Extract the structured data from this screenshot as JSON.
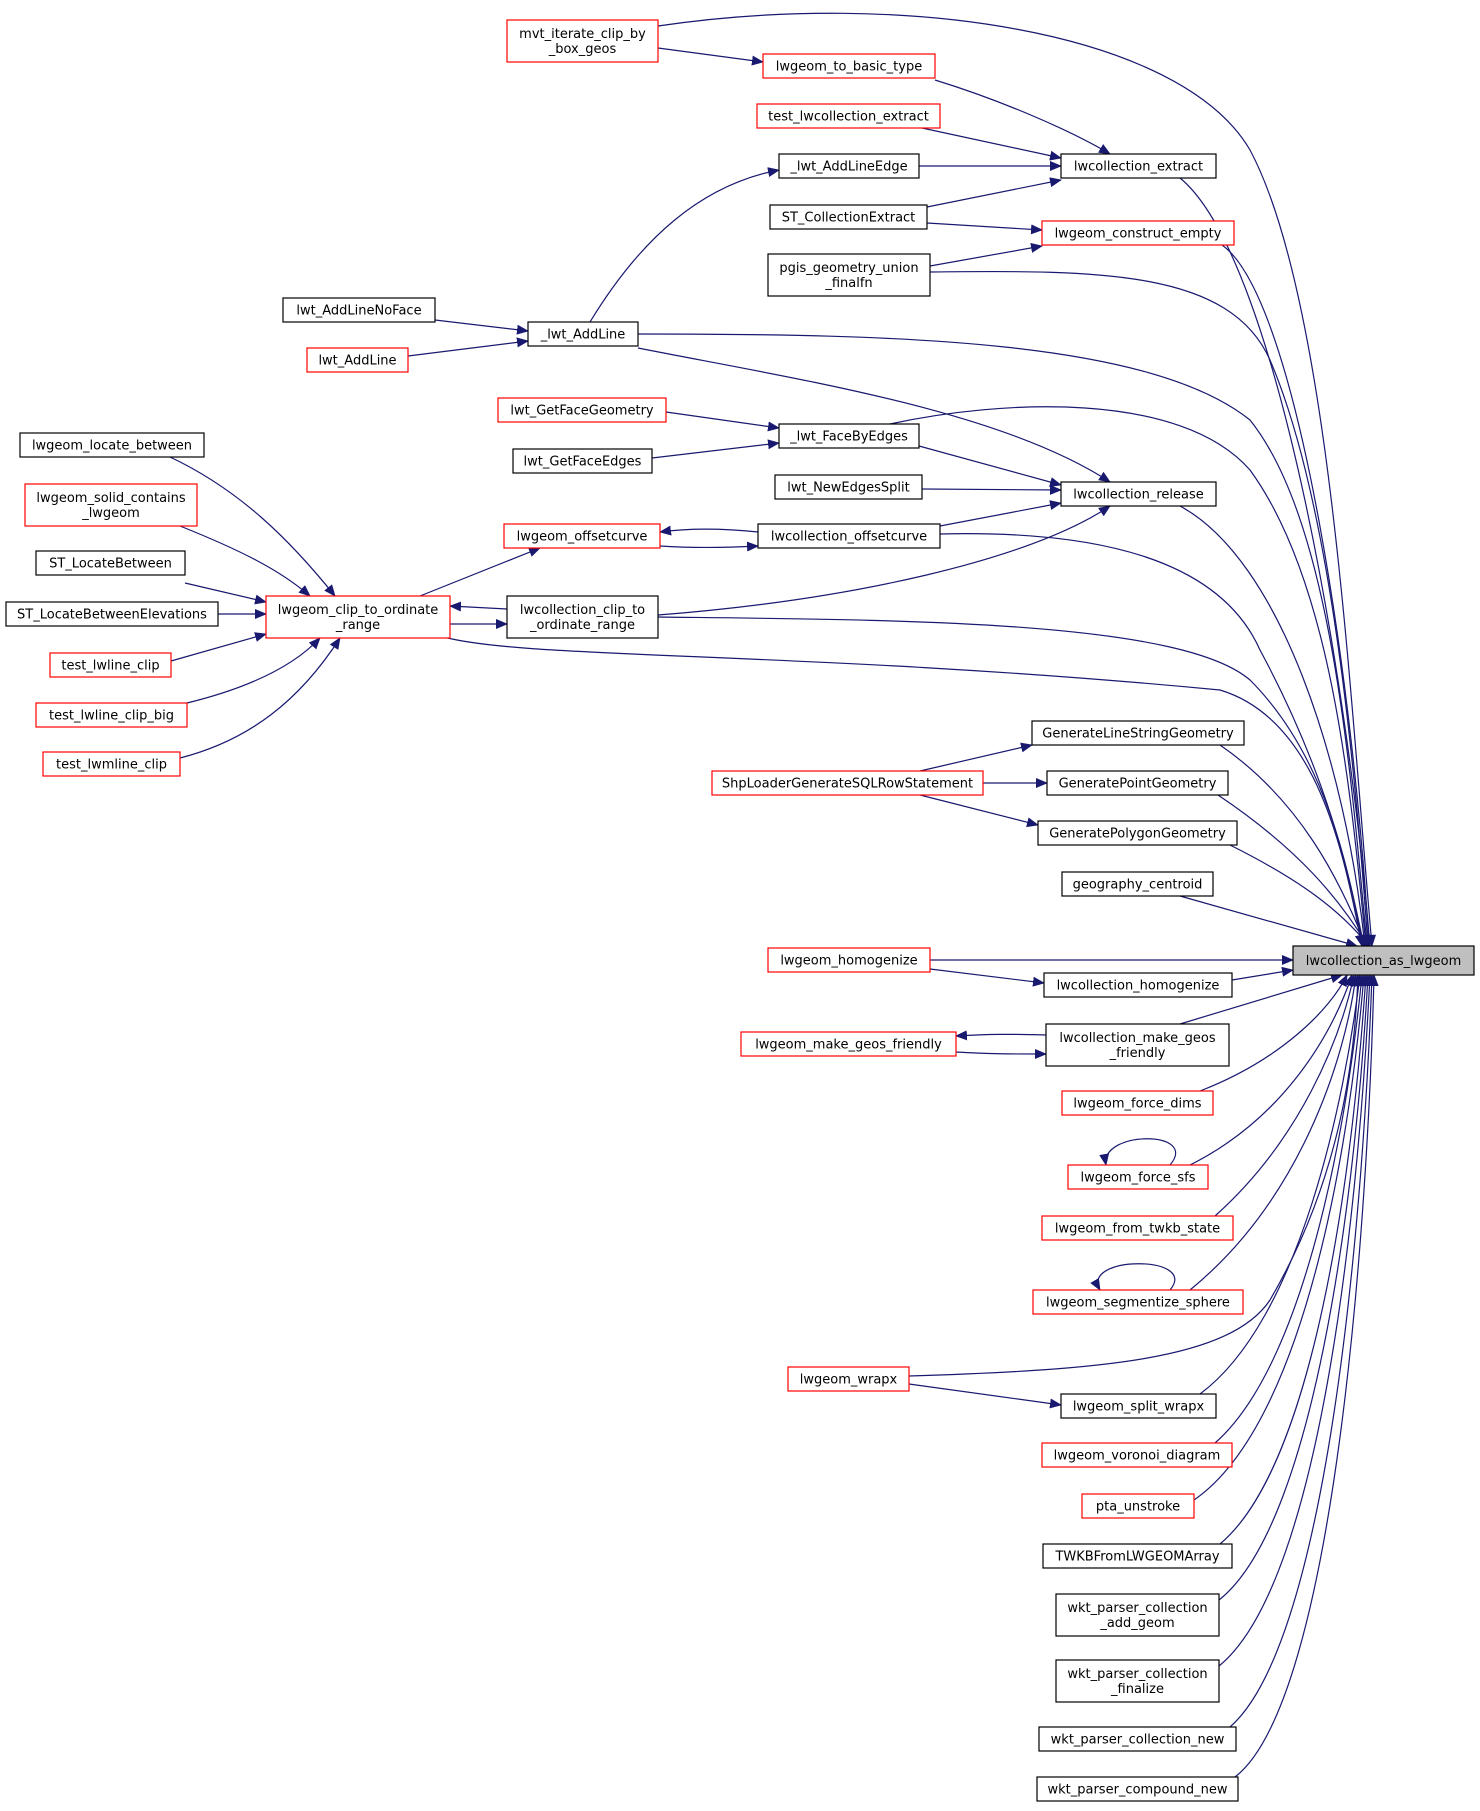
{
  "diagram": {
    "nodes": [
      {
        "id": "root",
        "lines": [
          "lwcollection_as_lwgeom"
        ],
        "style": "root"
      },
      {
        "id": "mvt",
        "lines": [
          "mvt_iterate_clip_by",
          "_box_geos"
        ],
        "style": "red"
      },
      {
        "id": "to_basic",
        "lines": [
          "lwgeom_to_basic_type"
        ],
        "style": "red"
      },
      {
        "id": "test_extract",
        "lines": [
          "test_lwcollection_extract"
        ],
        "style": "red"
      },
      {
        "id": "add_line_edge",
        "lines": [
          "_lwt_AddLineEdge"
        ],
        "style": "black"
      },
      {
        "id": "coll_extract",
        "lines": [
          "lwcollection_extract"
        ],
        "style": "black"
      },
      {
        "id": "st_coll_extract",
        "lines": [
          "ST_CollectionExtract"
        ],
        "style": "black"
      },
      {
        "id": "construct_empty",
        "lines": [
          "lwgeom_construct_empty"
        ],
        "style": "red"
      },
      {
        "id": "pgis_union",
        "lines": [
          "pgis_geometry_union",
          "_finalfn"
        ],
        "style": "black"
      },
      {
        "id": "add_line_noface",
        "lines": [
          "lwt_AddLineNoFace"
        ],
        "style": "black"
      },
      {
        "id": "lwt_add_line_priv",
        "lines": [
          "_lwt_AddLine"
        ],
        "style": "black"
      },
      {
        "id": "lwt_add_line",
        "lines": [
          "lwt_AddLine"
        ],
        "style": "red"
      },
      {
        "id": "get_face_geom",
        "lines": [
          "lwt_GetFaceGeometry"
        ],
        "style": "red"
      },
      {
        "id": "face_by_edges",
        "lines": [
          "_lwt_FaceByEdges"
        ],
        "style": "black"
      },
      {
        "id": "get_face_edges",
        "lines": [
          "lwt_GetFaceEdges"
        ],
        "style": "black"
      },
      {
        "id": "new_edges_split",
        "lines": [
          "lwt_NewEdgesSplit"
        ],
        "style": "black"
      },
      {
        "id": "coll_release",
        "lines": [
          "lwcollection_release"
        ],
        "style": "black"
      },
      {
        "id": "locate_between",
        "lines": [
          "lwgeom_locate_between"
        ],
        "style": "black"
      },
      {
        "id": "solid_contains",
        "lines": [
          "lwgeom_solid_contains",
          "_lwgeom"
        ],
        "style": "red"
      },
      {
        "id": "st_locate_between",
        "lines": [
          "ST_LocateBetween"
        ],
        "style": "black"
      },
      {
        "id": "st_locate_elev",
        "lines": [
          "ST_LocateBetweenElevations"
        ],
        "style": "black"
      },
      {
        "id": "test_lwline_clip",
        "lines": [
          "test_lwline_clip"
        ],
        "style": "red"
      },
      {
        "id": "test_lwline_clip_big",
        "lines": [
          "test_lwline_clip_big"
        ],
        "style": "red"
      },
      {
        "id": "test_lwmline_clip",
        "lines": [
          "test_lwmline_clip"
        ],
        "style": "red"
      },
      {
        "id": "lwgeom_offsetcurve",
        "lines": [
          "lwgeom_offsetcurve"
        ],
        "style": "red"
      },
      {
        "id": "coll_offsetcurve",
        "lines": [
          "lwcollection_offsetcurve"
        ],
        "style": "black"
      },
      {
        "id": "clip_ordinate",
        "lines": [
          "lwgeom_clip_to_ordinate",
          "_range"
        ],
        "style": "red"
      },
      {
        "id": "coll_clip_ordinate",
        "lines": [
          "lwcollection_clip_to",
          "_ordinate_range"
        ],
        "style": "black"
      },
      {
        "id": "gen_linestring",
        "lines": [
          "GenerateLineStringGeometry"
        ],
        "style": "black"
      },
      {
        "id": "shp_loader",
        "lines": [
          "ShpLoaderGenerateSQLRowStatement"
        ],
        "style": "red"
      },
      {
        "id": "gen_point",
        "lines": [
          "GeneratePointGeometry"
        ],
        "style": "black"
      },
      {
        "id": "gen_polygon",
        "lines": [
          "GeneratePolygonGeometry"
        ],
        "style": "black"
      },
      {
        "id": "geog_centroid",
        "lines": [
          "geography_centroid"
        ],
        "style": "black"
      },
      {
        "id": "homogenize",
        "lines": [
          "lwgeom_homogenize"
        ],
        "style": "red"
      },
      {
        "id": "coll_homogenize",
        "lines": [
          "lwcollection_homogenize"
        ],
        "style": "black"
      },
      {
        "id": "make_geos_friendly",
        "lines": [
          "lwgeom_make_geos_friendly"
        ],
        "style": "red"
      },
      {
        "id": "coll_make_geos",
        "lines": [
          "lwcollection_make_geos",
          "_friendly"
        ],
        "style": "black"
      },
      {
        "id": "force_dims",
        "lines": [
          "lwgeom_force_dims"
        ],
        "style": "red"
      },
      {
        "id": "force_sfs",
        "lines": [
          "lwgeom_force_sfs"
        ],
        "style": "red"
      },
      {
        "id": "from_twkb",
        "lines": [
          "lwgeom_from_twkb_state"
        ],
        "style": "red"
      },
      {
        "id": "segmentize_sphere",
        "lines": [
          "lwgeom_segmentize_sphere"
        ],
        "style": "red"
      },
      {
        "id": "wrapx",
        "lines": [
          "lwgeom_wrapx"
        ],
        "style": "red"
      },
      {
        "id": "split_wrapx",
        "lines": [
          "lwgeom_split_wrapx"
        ],
        "style": "black"
      },
      {
        "id": "voronoi",
        "lines": [
          "lwgeom_voronoi_diagram"
        ],
        "style": "red"
      },
      {
        "id": "pta_unstroke",
        "lines": [
          "pta_unstroke"
        ],
        "style": "red"
      },
      {
        "id": "twkb_array",
        "lines": [
          "TWKBFromLWGEOMArray"
        ],
        "style": "black"
      },
      {
        "id": "wkt_add_geom",
        "lines": [
          "wkt_parser_collection",
          "_add_geom"
        ],
        "style": "black"
      },
      {
        "id": "wkt_finalize",
        "lines": [
          "wkt_parser_collection",
          "_finalize"
        ],
        "style": "black"
      },
      {
        "id": "wkt_coll_new",
        "lines": [
          "wkt_parser_collection_new"
        ],
        "style": "black"
      },
      {
        "id": "wkt_compound_new",
        "lines": [
          "wkt_parser_compound_new"
        ],
        "style": "black"
      }
    ],
    "edges": [
      {
        "from": "mvt",
        "to": "root"
      },
      {
        "from": "mvt",
        "to": "to_basic"
      },
      {
        "from": "to_basic",
        "to": "coll_extract"
      },
      {
        "from": "test_extract",
        "to": "coll_extract"
      },
      {
        "from": "add_line_edge",
        "to": "coll_extract"
      },
      {
        "from": "st_coll_extract",
        "to": "coll_extract"
      },
      {
        "from": "coll_extract",
        "to": "root"
      },
      {
        "from": "st_coll_extract",
        "to": "construct_empty"
      },
      {
        "from": "pgis_union",
        "to": "construct_empty"
      },
      {
        "from": "construct_empty",
        "to": "root"
      },
      {
        "from": "pgis_union",
        "to": "root"
      },
      {
        "from": "add_line_noface",
        "to": "lwt_add_line_priv"
      },
      {
        "from": "lwt_add_line",
        "to": "lwt_add_line_priv"
      },
      {
        "from": "lwt_add_line_priv",
        "to": "add_line_edge"
      },
      {
        "from": "lwt_add_line_priv",
        "to": "root"
      },
      {
        "from": "lwt_add_line_priv",
        "to": "coll_release"
      },
      {
        "from": "get_face_geom",
        "to": "face_by_edges"
      },
      {
        "from": "get_face_edges",
        "to": "face_by_edges"
      },
      {
        "from": "face_by_edges",
        "to": "coll_release"
      },
      {
        "from": "face_by_edges",
        "to": "root"
      },
      {
        "from": "new_edges_split",
        "to": "coll_release"
      },
      {
        "from": "coll_offsetcurve",
        "to": "coll_release"
      },
      {
        "from": "coll_clip_ordinate",
        "to": "coll_release"
      },
      {
        "from": "coll_release",
        "to": "root"
      },
      {
        "from": "coll_offsetcurve",
        "to": "lwgeom_offsetcurve"
      },
      {
        "from": "lwgeom_offsetcurve",
        "to": "coll_offsetcurve"
      },
      {
        "from": "coll_offsetcurve",
        "to": "root"
      },
      {
        "from": "clip_ordinate",
        "to": "lwgeom_offsetcurve"
      },
      {
        "from": "locate_between",
        "to": "clip_ordinate"
      },
      {
        "from": "solid_contains",
        "to": "clip_ordinate"
      },
      {
        "from": "st_locate_between",
        "to": "clip_ordinate"
      },
      {
        "from": "st_locate_elev",
        "to": "clip_ordinate"
      },
      {
        "from": "test_lwline_clip",
        "to": "clip_ordinate"
      },
      {
        "from": "test_lwline_clip_big",
        "to": "clip_ordinate"
      },
      {
        "from": "test_lwmline_clip",
        "to": "clip_ordinate"
      },
      {
        "from": "coll_clip_ordinate",
        "to": "clip_ordinate"
      },
      {
        "from": "clip_ordinate",
        "to": "coll_clip_ordinate"
      },
      {
        "from": "coll_clip_ordinate",
        "to": "root"
      },
      {
        "from": "clip_ordinate",
        "to": "root"
      },
      {
        "from": "shp_loader",
        "to": "gen_linestring"
      },
      {
        "from": "shp_loader",
        "to": "gen_point"
      },
      {
        "from": "shp_loader",
        "to": "gen_polygon"
      },
      {
        "from": "gen_linestring",
        "to": "root"
      },
      {
        "from": "gen_point",
        "to": "root"
      },
      {
        "from": "gen_polygon",
        "to": "root"
      },
      {
        "from": "geog_centroid",
        "to": "root"
      },
      {
        "from": "homogenize",
        "to": "root"
      },
      {
        "from": "homogenize",
        "to": "coll_homogenize"
      },
      {
        "from": "coll_homogenize",
        "to": "root"
      },
      {
        "from": "coll_make_geos",
        "to": "make_geos_friendly"
      },
      {
        "from": "make_geos_friendly",
        "to": "coll_make_geos"
      },
      {
        "from": "coll_make_geos",
        "to": "root"
      },
      {
        "from": "force_dims",
        "to": "root"
      },
      {
        "from": "force_sfs",
        "to": "force_sfs"
      },
      {
        "from": "force_sfs",
        "to": "root"
      },
      {
        "from": "from_twkb",
        "to": "root"
      },
      {
        "from": "segmentize_sphere",
        "to": "segmentize_sphere"
      },
      {
        "from": "segmentize_sphere",
        "to": "root"
      },
      {
        "from": "wrapx",
        "to": "root"
      },
      {
        "from": "wrapx",
        "to": "split_wrapx"
      },
      {
        "from": "split_wrapx",
        "to": "root"
      },
      {
        "from": "voronoi",
        "to": "root"
      },
      {
        "from": "pta_unstroke",
        "to": "root"
      },
      {
        "from": "twkb_array",
        "to": "root"
      },
      {
        "from": "wkt_add_geom",
        "to": "root"
      },
      {
        "from": "wkt_finalize",
        "to": "root"
      },
      {
        "from": "wkt_coll_new",
        "to": "root"
      },
      {
        "from": "wkt_compound_new",
        "to": "root"
      }
    ],
    "colors": {
      "edge": "#191970",
      "border_default": "#000000",
      "border_truncated": "#ff0000",
      "root_fill": "#bfbfbf",
      "node_fill": "#ffffff"
    }
  }
}
